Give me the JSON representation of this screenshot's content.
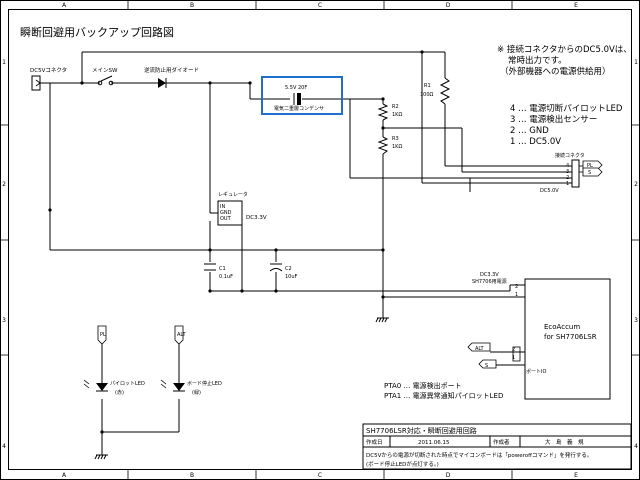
{
  "drawing_title": "瞬断回避用バックアップ回路図",
  "grid": {
    "columns": [
      "A",
      "B",
      "C",
      "D",
      "E"
    ],
    "rows": [
      "1",
      "2",
      "3",
      "4"
    ]
  },
  "note": {
    "line1": "※ 接続コネクタからのDC5.0Vは、",
    "line2": "常時出力です。",
    "line3": "（外部機器への電源供給用）"
  },
  "pin_legend": [
    "4 … 電源切断パイロットLED",
    "3 … 電源検出センサー",
    "2 … GND",
    "1 … DC5.0V"
  ],
  "components": {
    "dc_connector": "DC5Vコネクタ",
    "main_switch": "メインSW",
    "diode": "逆流防止用ダイオード",
    "capacitor_value": "5.5V 20F",
    "capacitor_label": "電気二重層コンデンサ",
    "r1_name": "R1",
    "r1_value": "100Ω",
    "r2_name": "R2",
    "r2_value": "1KΩ",
    "r3_name": "R3",
    "r3_value": "1KΩ",
    "connector_label": "接続コネクタ",
    "connector_pins": [
      "4",
      "3",
      "2",
      "1"
    ],
    "connector_out": "DC5.0V",
    "pl_tag": "PL",
    "s_tag": "S",
    "regulator_label": "レギュレータ",
    "reg_in": "IN",
    "reg_gnd": "GND",
    "reg_out": "OUT",
    "reg_output": "DC3.3V",
    "c1_name": "C1",
    "c1_value": "0.1uF",
    "c2_name": "C2",
    "c2_value": "10uF",
    "supply_label1": "DC3.3V",
    "supply_label2": "SH7706用電源",
    "board_name1": "EcoAccum",
    "board_name2": "for SH7706LSR",
    "board_pin2": "2",
    "board_pin1": "1",
    "board_pin2b": "2",
    "board_pin1b": "1",
    "board_port": "ポートIO",
    "alt_tag": "ALT",
    "s_tag2": "S",
    "pl_tag2": "PL",
    "led1_label": "パイロットLED",
    "led1_sub": "(赤)",
    "led2_label": "ボード停止LED",
    "led2_sub": "(緑)",
    "pta0": "PTA0 … 電源検出ポート",
    "pta1": "PTA1 … 電源異常通知パイロットLED"
  },
  "title_block": {
    "title": "SH7706LSR対応・瞬断回避用回路",
    "created_label": "作成日",
    "created_date": "2011.06.15",
    "author_label": "作成者",
    "author": "大　島　義　規",
    "description1": "DC5Vからの電源が切断された時点でマイコンボードは「poweroffコマンド」を発行する。",
    "description2": "(ボード停止LEDが点灯する。)"
  },
  "colors": {
    "line": "#000000",
    "highlight": "#1f6fd1",
    "background": "#ffffff"
  }
}
